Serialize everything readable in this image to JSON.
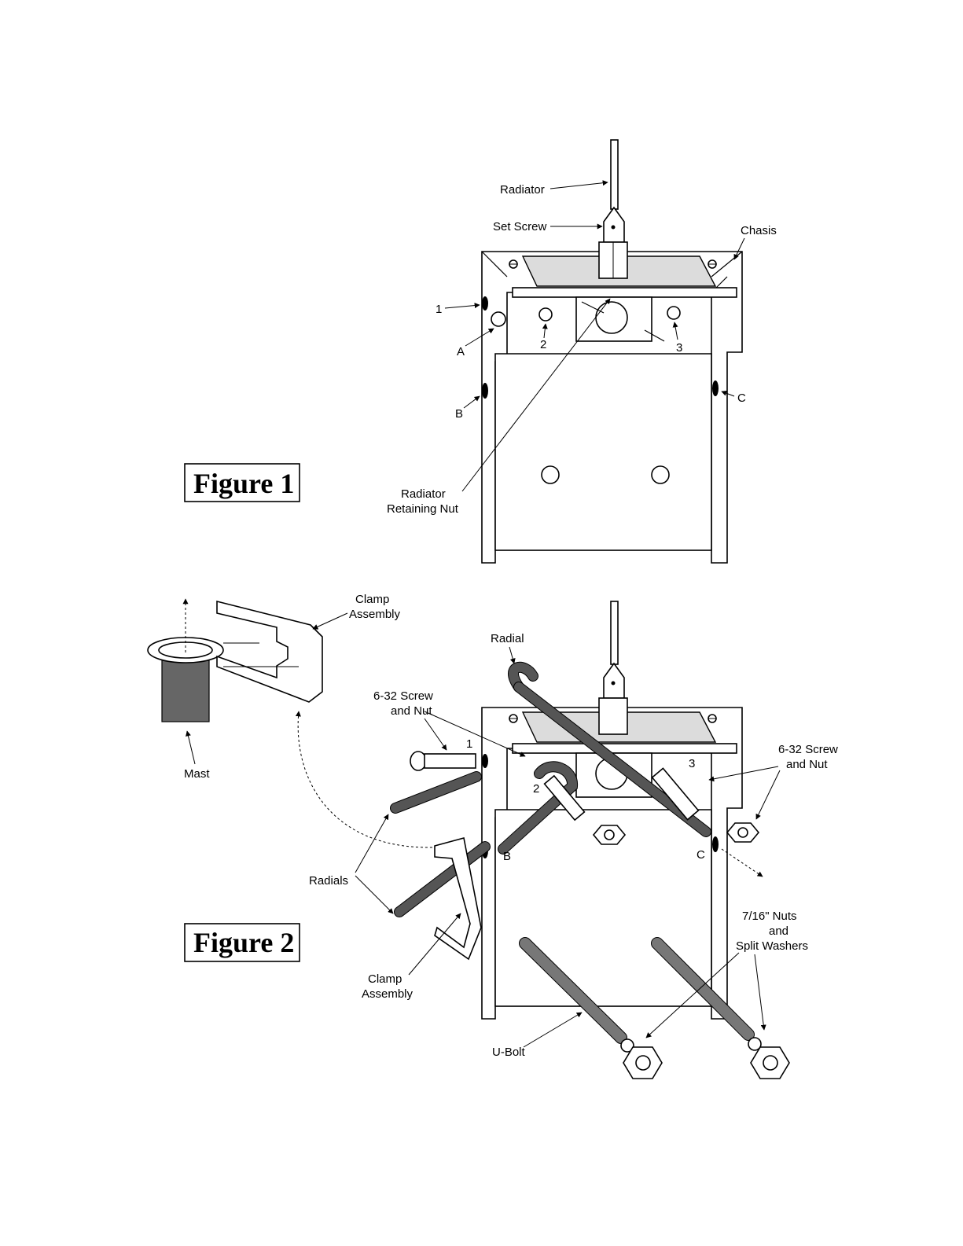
{
  "figure1": {
    "caption": "Figure 1",
    "labels": {
      "radiator": "Radiator",
      "set_screw": "Set Screw",
      "chassis": "Chasis",
      "n1": "1",
      "n2": "2",
      "n3": "3",
      "a": "A",
      "b": "B",
      "c": "C",
      "retaining_nut_1": "Radiator",
      "retaining_nut_2": "Retaining Nut"
    }
  },
  "figure2": {
    "caption": "Figure 2",
    "labels": {
      "clamp_top_1": "Clamp",
      "clamp_top_2": "Assembly",
      "radial": "Radial",
      "screw_left_1": "6-32 Screw",
      "screw_left_2": "and Nut",
      "screw_right_1": "6-32 Screw",
      "screw_right_2": "and Nut",
      "mast": "Mast",
      "n1": "1",
      "n2": "2",
      "n3": "3",
      "b": "B",
      "c": "C",
      "radials": "Radials",
      "nuts_1": "7/16\" Nuts",
      "nuts_2": "and",
      "nuts_3": "Split Washers",
      "clamp_bottom_1": "Clamp",
      "clamp_bottom_2": "Assembly",
      "ubolt": "U-Bolt"
    }
  }
}
